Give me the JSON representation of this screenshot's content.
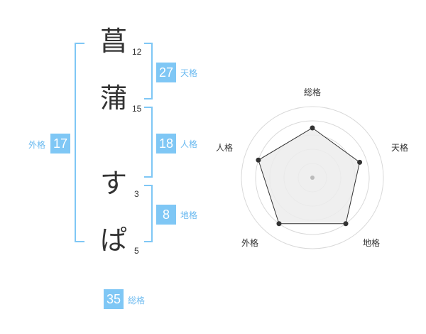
{
  "name": {
    "chars": [
      {
        "char": "菖",
        "strokes": "12"
      },
      {
        "char": "蒲",
        "strokes": "15"
      },
      {
        "char": "す",
        "strokes": "3"
      },
      {
        "char": "ぱ",
        "strokes": "5"
      }
    ]
  },
  "kakusu": {
    "tenkaku": {
      "value": "27",
      "label": "天格"
    },
    "jinkaku": {
      "value": "18",
      "label": "人格"
    },
    "chikaku": {
      "value": "8",
      "label": "地格"
    },
    "gaikaku": {
      "value": "17",
      "label": "外格"
    },
    "soukaku": {
      "value": "35",
      "label": "総格"
    }
  },
  "chart_data": {
    "type": "radar",
    "axes": [
      "総格",
      "天格",
      "地格",
      "外格",
      "人格"
    ],
    "values": [
      0.7,
      0.7,
      0.8,
      0.8,
      0.8
    ],
    "rings": 5,
    "colors": {
      "fill": "#ececec",
      "line": "#333333",
      "ring": "#d9d9d9",
      "center": "#bbbbbb"
    }
  }
}
